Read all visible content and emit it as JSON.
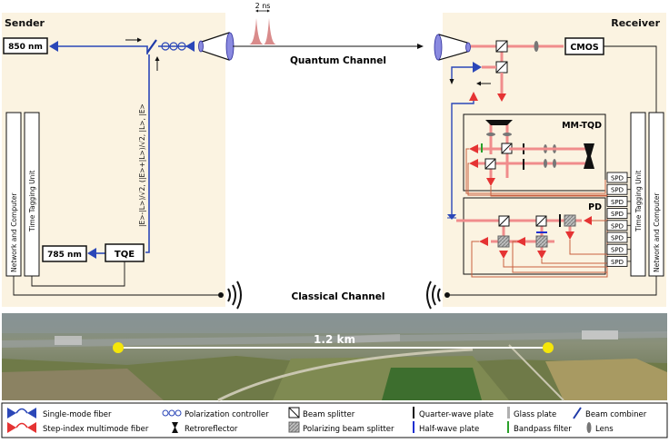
{
  "sender": {
    "title": "Sender",
    "laser_850": "850 nm",
    "laser_785": "785 nm",
    "tqe": "TQE",
    "network_computer": "Network and Computer",
    "time_tagging": "Time Tagging Unit",
    "states_label": "|E>-|L>)/√2, (|E>+|L>)/√2, |L>, |E>"
  },
  "receiver": {
    "title": "Receiver",
    "cmos": "CMOS",
    "mm_tqd": "MM-TQD",
    "pd": "PD",
    "spd_label": "SPD",
    "spd_count": 8,
    "time_tagging": "Time Tagging Unit",
    "network_computer": "Network and Computer"
  },
  "channels": {
    "quantum": "Quantum Channel",
    "classical": "Classical Channel",
    "pulse_spacing": "2 ns"
  },
  "link": {
    "distance": "1.2 km"
  },
  "legend": {
    "items": [
      {
        "label": "Single-mode fiber"
      },
      {
        "label": "Polarization controller"
      },
      {
        "label": "Beam splitter"
      },
      {
        "label": "Quarter-wave plate"
      },
      {
        "label": "Glass plate"
      },
      {
        "label": "Beam combiner"
      },
      {
        "label": "Step-index multimode fiber"
      },
      {
        "label": "Retroreflector"
      },
      {
        "label": "Polarizing beam splitter"
      },
      {
        "label": "Half-wave plate"
      },
      {
        "label": "Bandpass filter"
      },
      {
        "label": "Lens"
      }
    ]
  },
  "colors": {
    "panel": "#fbf3e1",
    "smf": "#2b47b8",
    "mmf": "#e53333",
    "beam": "#f08c8c",
    "pulse": "#d98b8b",
    "green": "#2aa02a",
    "tqd_grey": "#b0b0b0"
  }
}
